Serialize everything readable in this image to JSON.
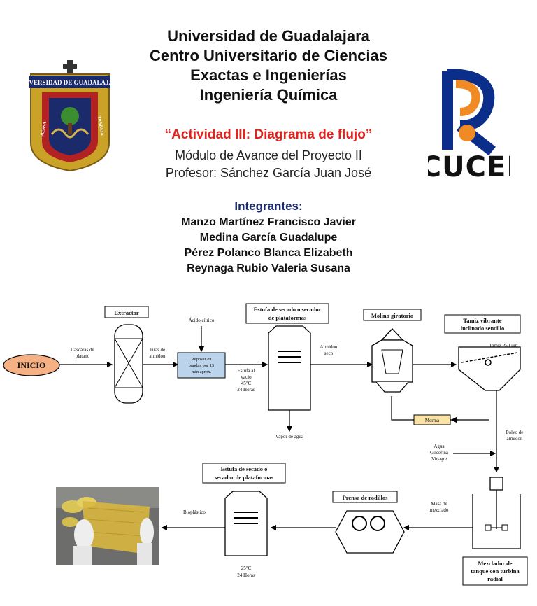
{
  "header": {
    "lines": [
      "Universidad de Guadalajara",
      "Centro Universitario de Ciencias",
      "Exactas e Ingenierías",
      "Ingeniería Química"
    ],
    "activity": "“Actividad III: Diagrama de flujo”",
    "module": "Módulo de Avance del Proyecto II",
    "professor": "Profesor: Sánchez García Juan José",
    "members_title": "Integrantes:",
    "members": [
      "Manzo Martínez Francisco Javier",
      "Medina García Guadalupe",
      "Pérez Polanco Blanca Elizabeth",
      "Reynaga Rubio Valeria Susana"
    ]
  },
  "logos": {
    "left_text": "UNIVERSIDAD DE GUADALAJARA",
    "left_motto_a": "PIENSA",
    "left_motto_b": "TRABAJA",
    "right_text": "CUCEI"
  },
  "diagram": {
    "start": "INICIO",
    "extractor": "Extractor",
    "dryer1": [
      "Estufa de secado o secador",
      "de plataformas"
    ],
    "mill": "Molino giratorio",
    "sieve": [
      "Tamiz vibrante",
      "inclinado sencillo"
    ],
    "dryer2": [
      "Estufa de secado o",
      "secador de plataformas"
    ],
    "press": "Prensa de rodillos",
    "mixer": [
      "Mezclador de",
      "tanque con turbina",
      "radial"
    ],
    "peel": [
      "Cascaras de",
      "platano"
    ],
    "strips": [
      "Tiras de",
      "almidon"
    ],
    "citric": "Ácido cítrico",
    "rest": [
      "Reposar en",
      "bandas por 15",
      "min aprox."
    ],
    "dry_cond": [
      "Estufa al",
      "vacio",
      "45°C",
      "24 Horas"
    ],
    "starch_dry": [
      "Almidon",
      "seco"
    ],
    "vapor": "Vapor de agua",
    "sieve_size": "Tamiz 250 µm",
    "fines": "Merma",
    "powder": [
      "Polvo de",
      "almidon"
    ],
    "additives": [
      "Agua",
      "Glicerina",
      "Vinagre"
    ],
    "dough": [
      "Masa de",
      "mezclado"
    ],
    "bioplastic": "Bioplástico",
    "final_cond": [
      "25°C",
      "24 Horas"
    ]
  },
  "colors": {
    "start_fill": "#f5b183",
    "rest_fill": "#bcd3ec",
    "fines_fill": "#fbe3a8",
    "title_red": "#e0241b",
    "title_blue": "#1b2a6b",
    "cucei_blue": "#0a2e8a",
    "cucei_orange": "#f08a24"
  }
}
